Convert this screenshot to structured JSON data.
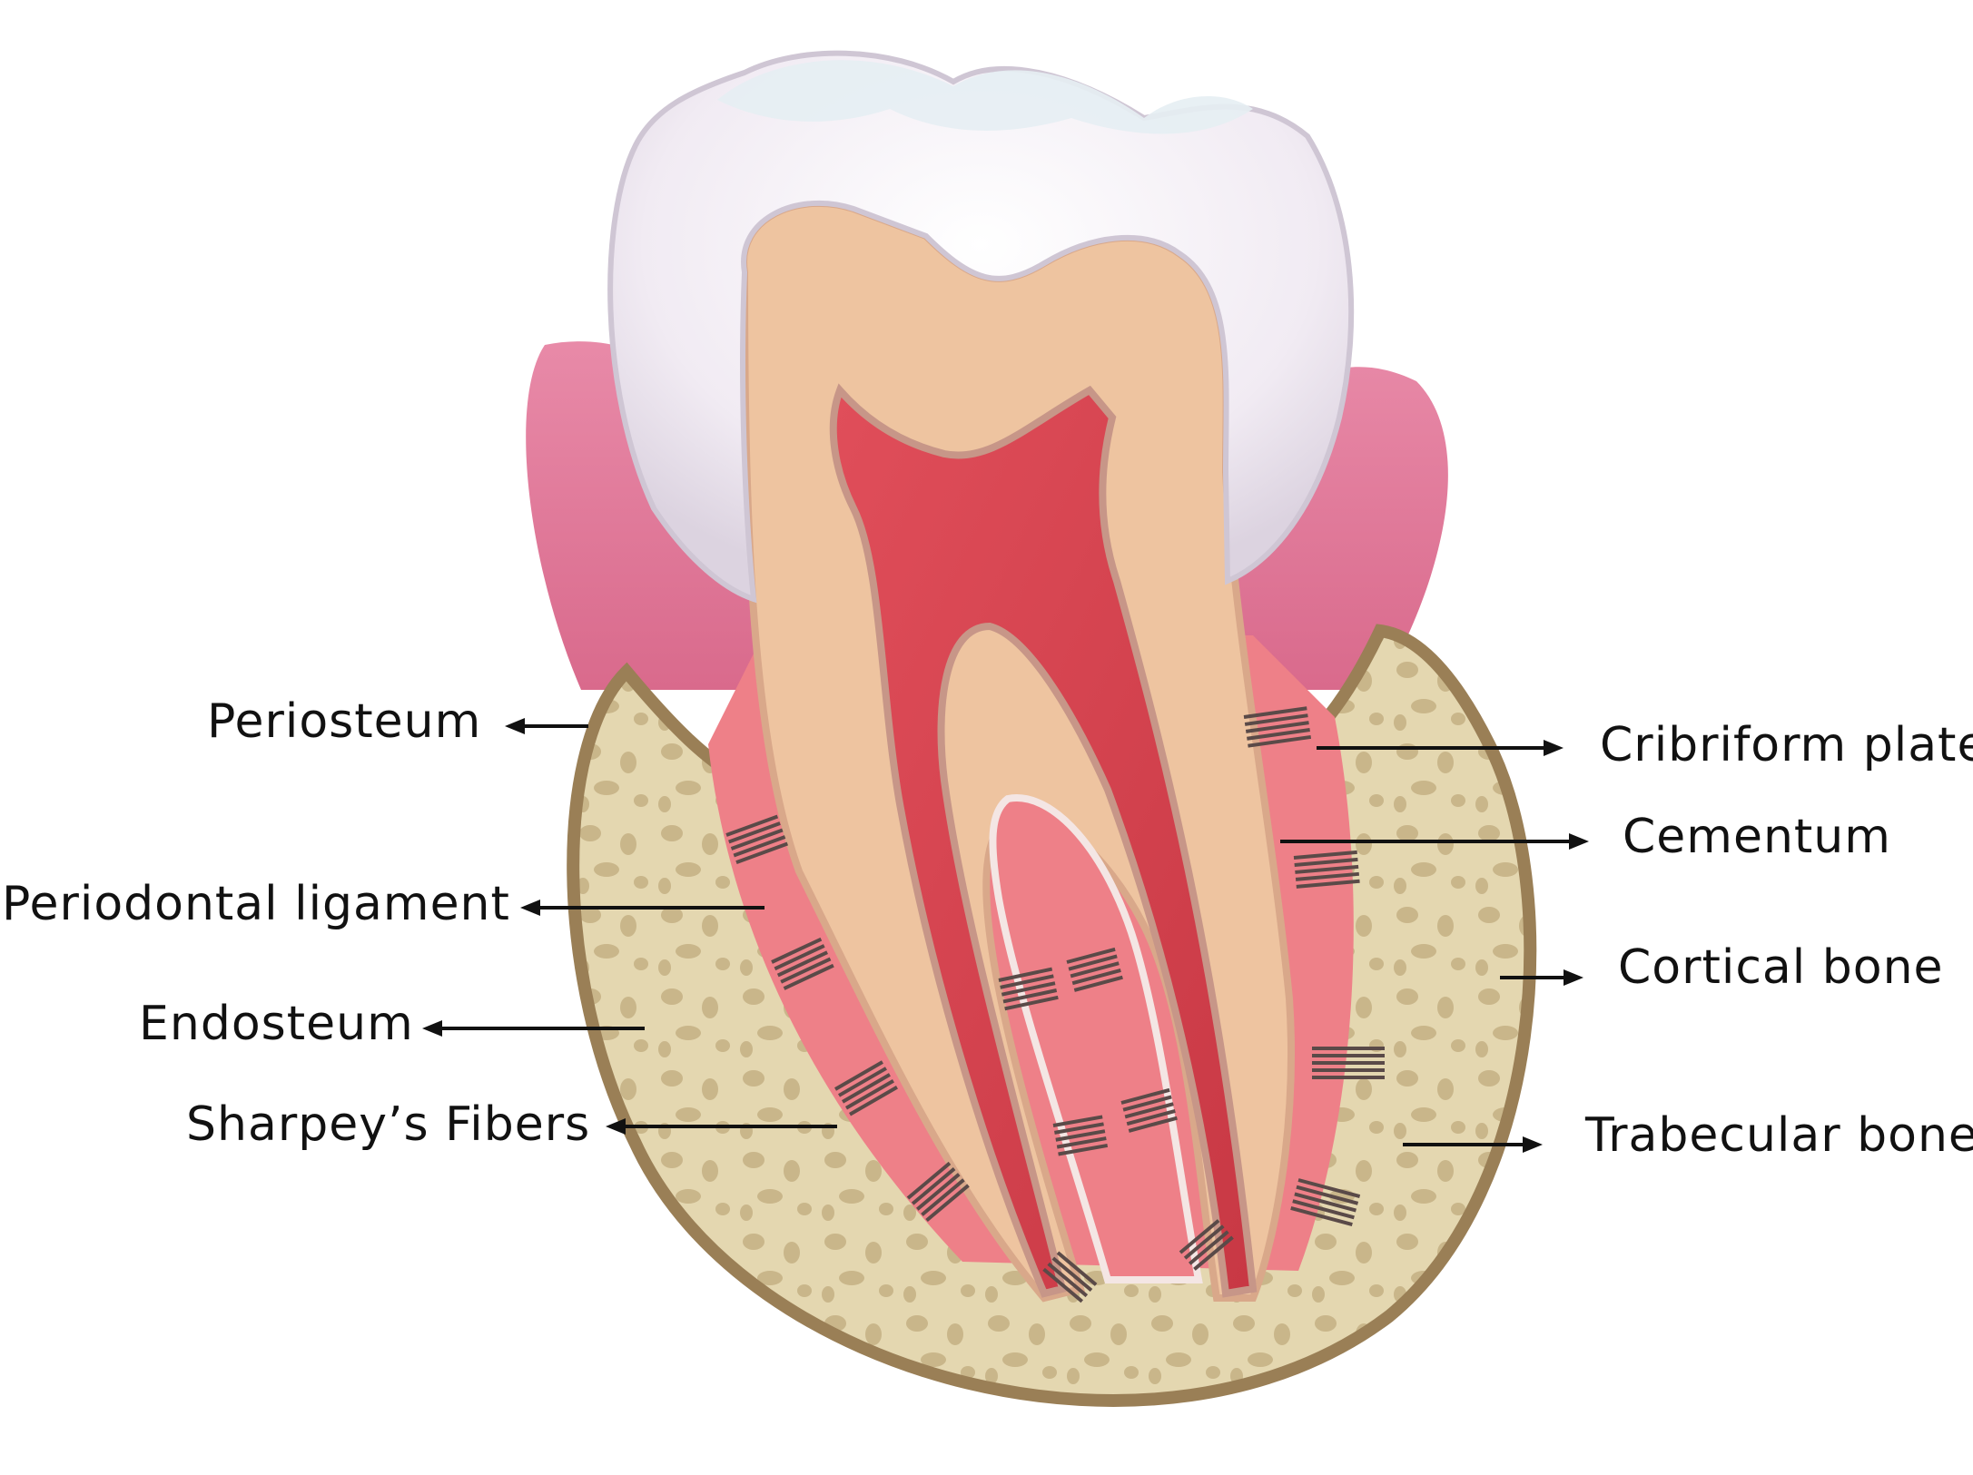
{
  "labels": {
    "periosteum": "Periosteum",
    "periodontal_ligament": "Periodontal ligament",
    "endosteum": "Endosteum",
    "sharpeys_fibers": "Sharpey’s Fibers",
    "cribriform_plate": "Cribriform plate",
    "cementum": "Cementum",
    "cortical_bone": "Cortical bone",
    "trabecular_bone": "Trabecular bone"
  },
  "colors": {
    "gingiva": "#e07a9c",
    "enamel": "#f3eef6",
    "dentin": "#eec4a0",
    "pulp": "#d94450",
    "pdl": "#ee8088",
    "cortical_bone": "#9a7f56",
    "trabecular_bone": "#e2d4ac",
    "bone_pore": "#c8b488",
    "fibers": "#5a4a48"
  }
}
